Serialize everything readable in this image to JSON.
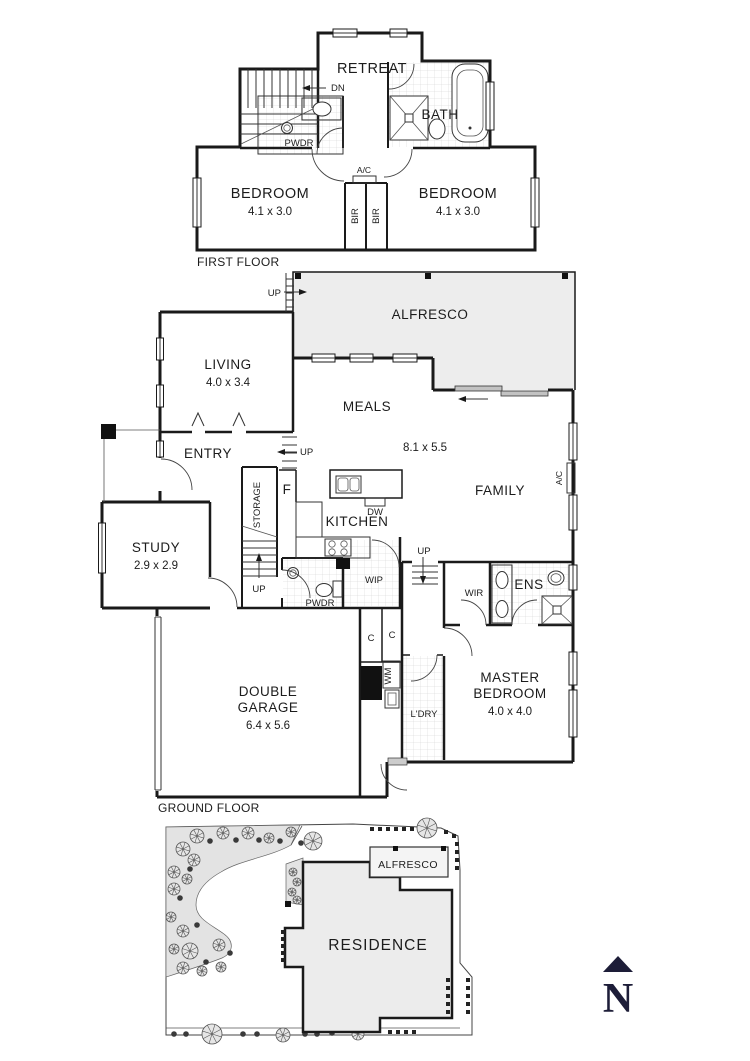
{
  "first_floor": {
    "caption": "FIRST FLOOR",
    "retreat": "RETREAT",
    "dn": "DN",
    "pwdr": "PWDR",
    "bath": "BATH",
    "ac": "A/C",
    "bir_left": "BIR",
    "bir_right": "BIR",
    "bedroom_left_name": "BEDROOM",
    "bedroom_left_dims": "4.1 x 3.0",
    "bedroom_right_name": "BEDROOM",
    "bedroom_right_dims": "4.1 x 3.0"
  },
  "ground_floor": {
    "caption": "GROUND FLOOR",
    "alfresco": "ALFRESCO",
    "up_alfresco": "UP",
    "up_meals": "UP",
    "up_stairs": "UP",
    "up_hall": "UP",
    "living_name": "LIVING",
    "living_dims": "4.0 x 3.4",
    "meals": "MEALS",
    "family": "FAMILY",
    "family_dims": "8.1 x 5.5",
    "entry": "ENTRY",
    "storage": "STORAGE",
    "fridge": "F",
    "dw": "DW",
    "kitchen": "KITCHEN",
    "study_name": "STUDY",
    "study_dims": "2.9 x 2.9",
    "pwdr": "PWDR",
    "wip": "WIP",
    "wir": "WIR",
    "ens": "ENS",
    "ac": "A/C",
    "c1": "C",
    "c2": "C",
    "wm": "WM",
    "ldry": "L'DRY",
    "garage_line1": "DOUBLE",
    "garage_line2": "GARAGE",
    "garage_dims": "6.4 x 5.6",
    "master_line1": "MASTER",
    "master_line2": "BEDROOM",
    "master_dims": "4.0 x 4.0"
  },
  "site_plan": {
    "alfresco": "ALFRESCO",
    "residence": "RESIDENCE",
    "north_label": "N"
  }
}
